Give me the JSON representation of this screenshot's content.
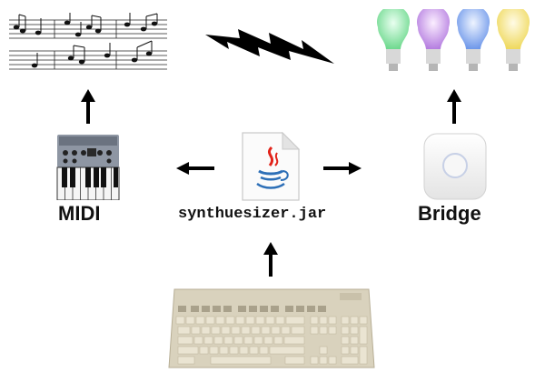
{
  "diagram": {
    "midi_label": "MIDI",
    "bridge_label": "Bridge",
    "jar_label": "synthuesizer.jar",
    "icons": {
      "sheet_music": "sheet-music-icon",
      "wireless": "wireless-lightning-icon",
      "bulbs": "smart-bulbs-icon",
      "synth": "synthesizer-keyboard-icon",
      "java": "java-file-icon",
      "bridge": "hue-bridge-icon",
      "keyboard": "computer-keyboard-icon"
    },
    "colors": {
      "bulb_1": "#7fe3a0",
      "bulb_2": "#c58be8",
      "bulb_3": "#7fa8f0",
      "bulb_4": "#f3e37a",
      "java_red": "#e2231a",
      "java_blue": "#2d6fb7",
      "keyboard_beige": "#d9d2bd"
    }
  }
}
